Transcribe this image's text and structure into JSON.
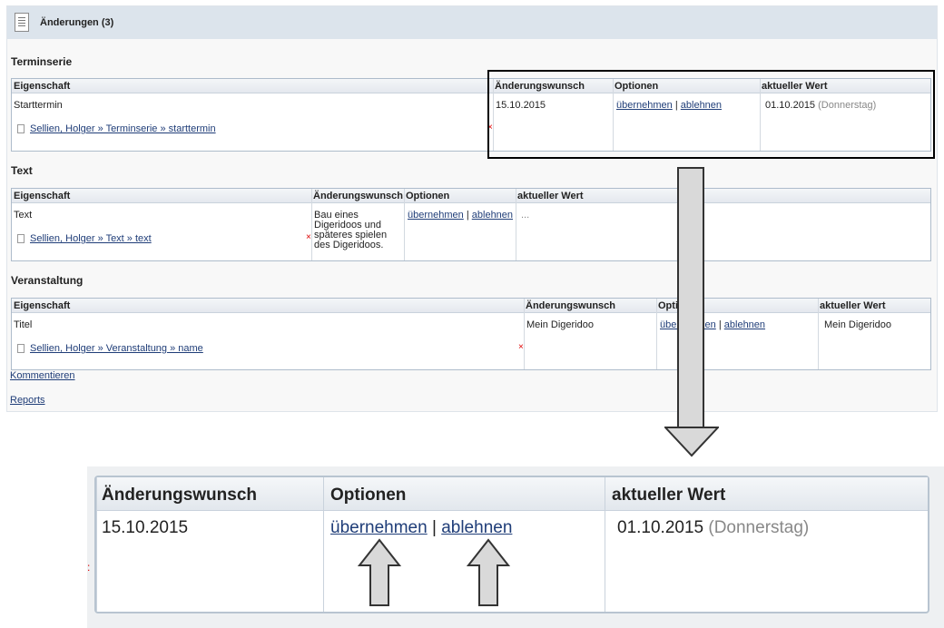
{
  "header": {
    "title": "Änderungen (3)"
  },
  "columns": {
    "property": "Eigenschaft",
    "request": "Änderungswunsch",
    "options": "Optionen",
    "current": "aktueller Wert"
  },
  "options": {
    "accept": "übernehmen",
    "separator": "|",
    "reject": "ablehnen"
  },
  "sections": [
    {
      "title": "Terminserie",
      "property": "Starttermin",
      "path": "Sellien, Holger  » Terminserie » starttermin",
      "request": "15.10.2015",
      "current_value": "01.10.2015",
      "current_note": "(Donnerstag)"
    },
    {
      "title": "Text",
      "property": "Text",
      "path": "Sellien, Holger  » Text » text",
      "request_lines": [
        "Bau eines",
        "Digeridoos und",
        "späteres spielen",
        "des Digeridoos."
      ],
      "current_value": "..."
    },
    {
      "title": "Veranstaltung",
      "property": "Titel",
      "path": "Sellien, Holger  » Veranstaltung » name",
      "request": "Mein Digeridoo",
      "current_value": "Mein Digeridoo"
    }
  ],
  "links": {
    "comment": "Kommentieren",
    "reports": "Reports"
  },
  "zoom": {
    "request": "15.10.2015",
    "current_value": "01.10.2015",
    "current_note": "(Donnerstag)"
  },
  "colors": {
    "header_bg": "#dce4ec",
    "link": "#1f3d78",
    "delete_mark": "#dd0000"
  }
}
